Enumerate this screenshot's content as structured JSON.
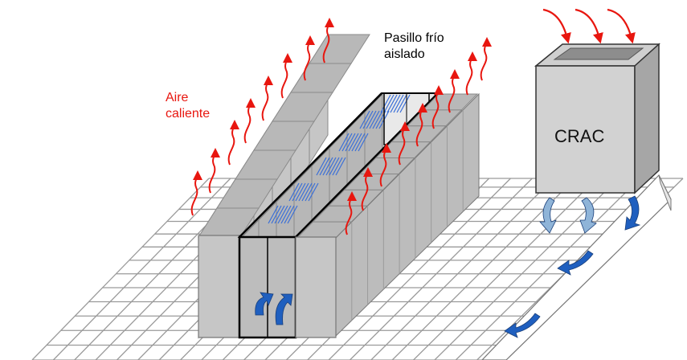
{
  "labels": {
    "hot_air_line1": "Aire",
    "hot_air_line2": "caliente",
    "cold_aisle_line1": "Pasillo frío",
    "cold_aisle_line2": "aislado",
    "crac": "CRAC"
  },
  "colors": {
    "hot_air": "#e8160f",
    "cold_air": "#1f5fbf",
    "cold_air_light": "#8fb4d8",
    "rack_face": "#c6c6c6",
    "rack_side": "#9a9a9a",
    "rack_top": "#b8b8b8",
    "crac_face": "#d0d0d0",
    "crac_side": "#a7a7a7",
    "floor_grid": "#9a9a9a",
    "cold_hatch": "#3a6fd8"
  },
  "icons": [
    "hot-air-arrow-icon",
    "cold-air-arrow-icon",
    "intake-arrow-icon"
  ]
}
